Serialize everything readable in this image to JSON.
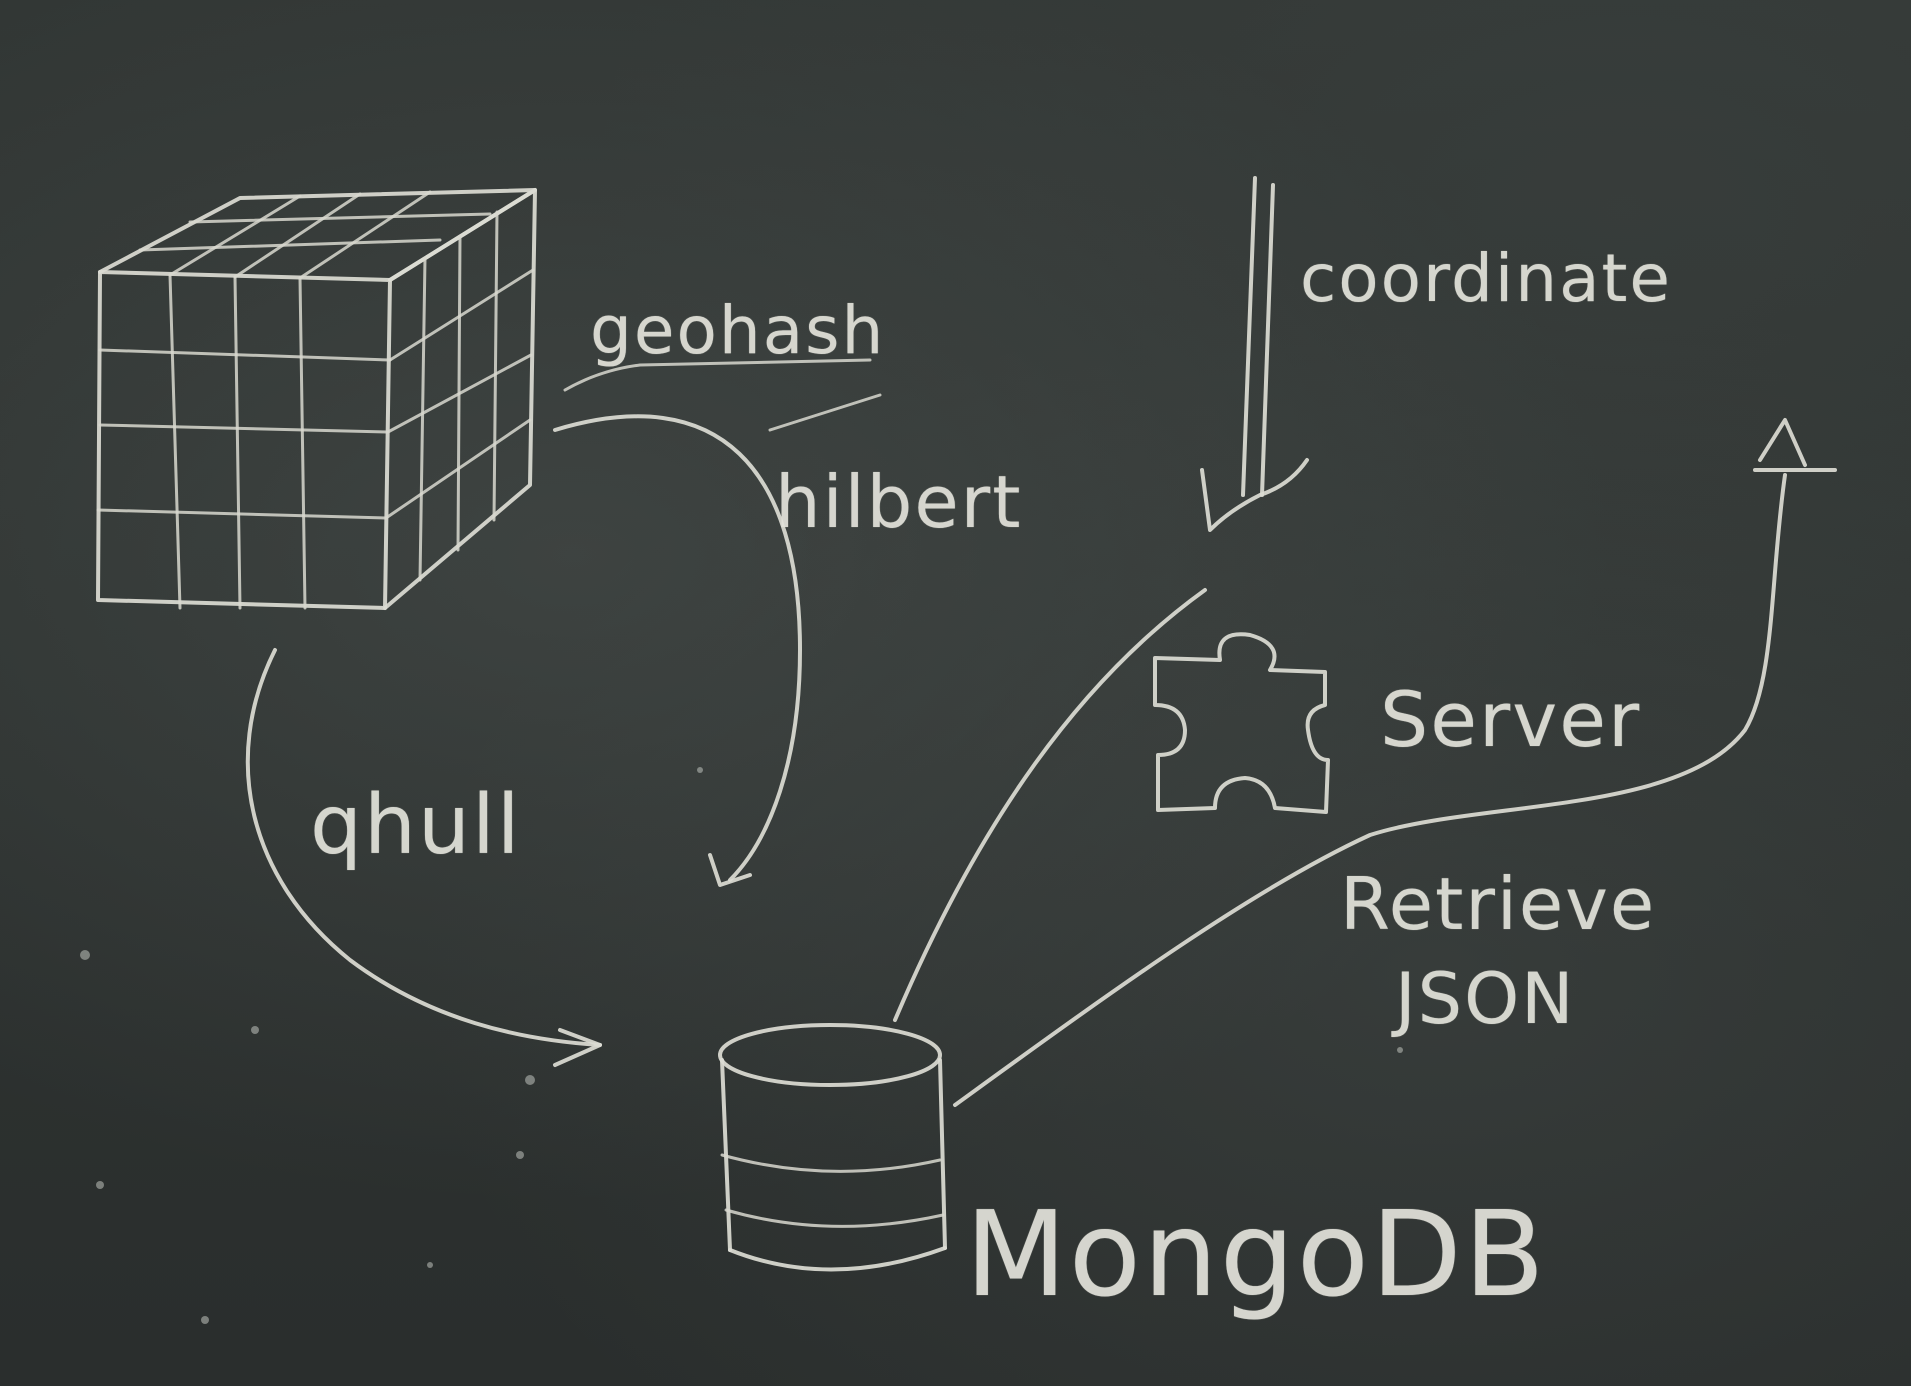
{
  "labels": {
    "geodash": "geohash",
    "hilbert": "hilbert",
    "qhull": "qhull",
    "coordinate": "coordinate",
    "server": "Server",
    "retrieve": "Retrieve",
    "json": "JSON",
    "mongodb": "MongoDB"
  },
  "colors": {
    "board": "#2c302f",
    "chalk": "#dcdcd4"
  }
}
